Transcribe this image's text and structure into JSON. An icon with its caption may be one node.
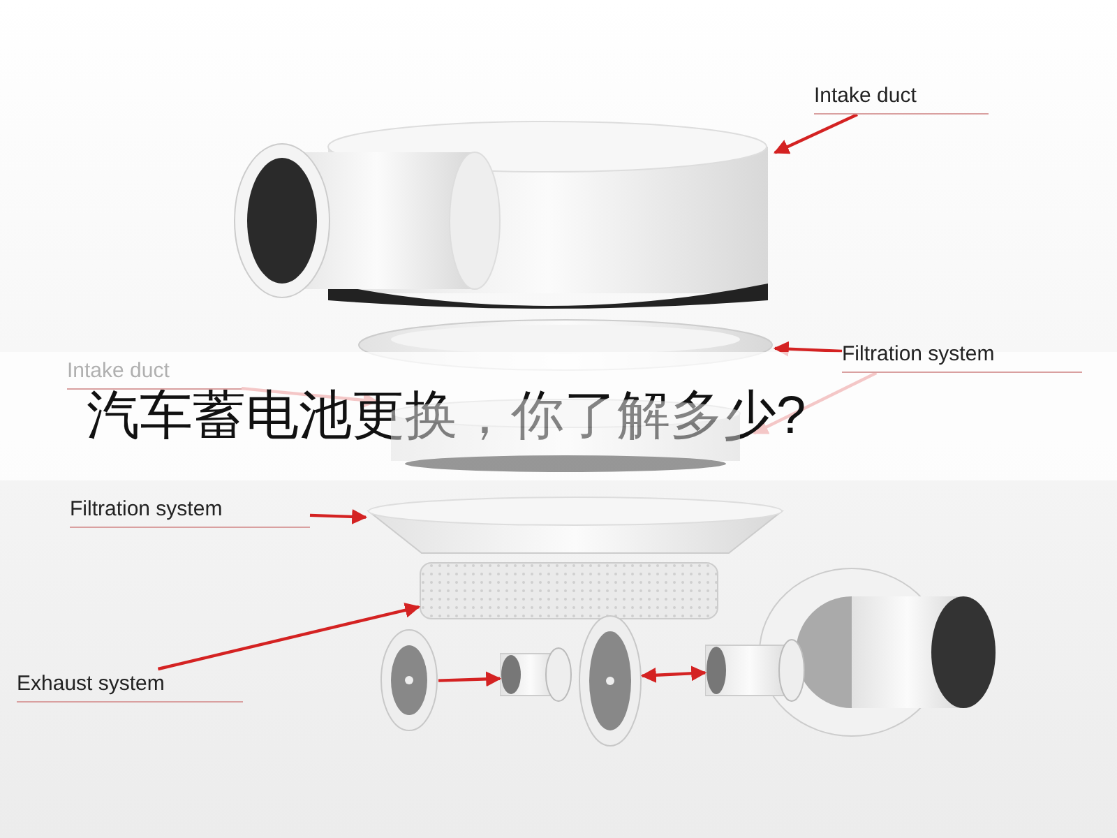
{
  "diagram": {
    "title": "汽车蓄电池更换，你了解多少?",
    "nodes": [
      {
        "text": [
          "Intake duct"
        ]
      },
      {
        "text": [],
        "shape": "cylinder"
      },
      {
        "text": [
          "Filtration system"
        ]
      },
      {
        "text": [],
        "shape": "disc"
      },
      {
        "text": [
          "Intake duct"
        ]
      },
      {
        "text": [],
        "shape": "disc"
      },
      {
        "text": [
          "Filtration system"
        ]
      },
      {
        "text": [],
        "shape": "cone"
      },
      {
        "text": [
          "Exhaust system"
        ]
      },
      {
        "text": [],
        "shape": "box"
      },
      {
        "text": [],
        "shape": "circle"
      },
      {
        "text": [],
        "shape": "cylinder"
      },
      {
        "text": [],
        "shape": "circle"
      },
      {
        "text": [],
        "shape": "cylinder"
      }
    ],
    "edges": [
      {
        "from": 0,
        "to": 1,
        "arrow": "to"
      },
      {
        "from": 2,
        "to": 3,
        "arrow": "to"
      },
      {
        "from": 2,
        "to": 5,
        "arrow": "to"
      },
      {
        "from": 4,
        "to": 5,
        "arrow": "to"
      },
      {
        "from": 6,
        "to": 7,
        "arrow": "to"
      },
      {
        "from": 8,
        "to": 9,
        "arrow": "to"
      },
      {
        "from": 10,
        "to": 11,
        "arrow": "to"
      },
      {
        "from": 12,
        "to": 13,
        "arrow": "both"
      }
    ]
  }
}
